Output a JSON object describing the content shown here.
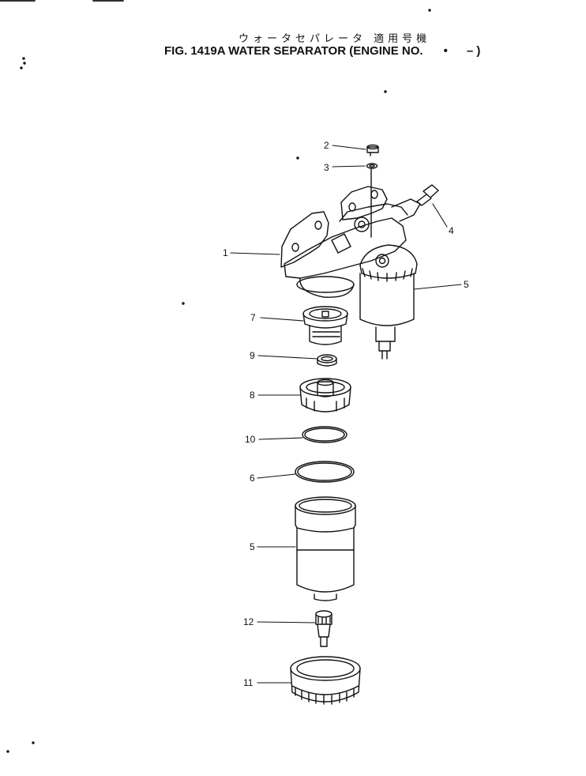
{
  "figure": {
    "title_jp": "ウォータセパレータ 適用号機",
    "title_prefix": "FIG. 1419A",
    "title_main": "WATER SEPARATOR (ENGINE NO.",
    "title_dot": "•",
    "title_end": "– )"
  },
  "callouts": [
    {
      "id": "c2",
      "label": "2"
    },
    {
      "id": "c3",
      "label": "3"
    },
    {
      "id": "c4",
      "label": "4"
    },
    {
      "id": "c1",
      "label": "1"
    },
    {
      "id": "c5a",
      "label": "5"
    },
    {
      "id": "c7",
      "label": "7"
    },
    {
      "id": "c9",
      "label": "9"
    },
    {
      "id": "c8",
      "label": "8"
    },
    {
      "id": "c10",
      "label": "10"
    },
    {
      "id": "c6",
      "label": "6"
    },
    {
      "id": "c5b",
      "label": "5"
    },
    {
      "id": "c12",
      "label": "12"
    },
    {
      "id": "c11",
      "label": "11"
    }
  ]
}
